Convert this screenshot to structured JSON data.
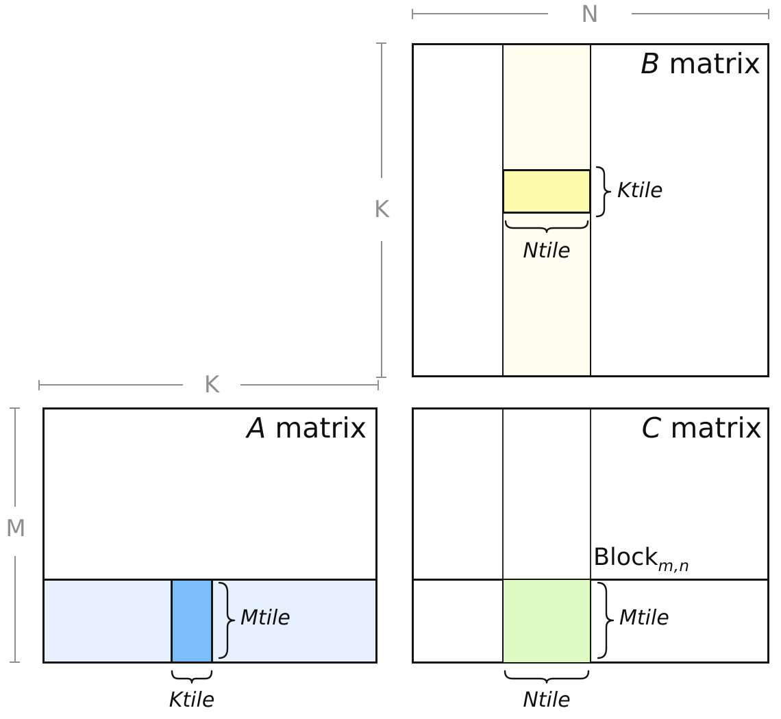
{
  "colors": {
    "border": "#141414",
    "dim": "#8f8f8f",
    "b_stripe": "#FDFDF0",
    "b_tile": "#FBFBAB",
    "a_stripe": "#E7F1FD",
    "a_tile": "#7CBDFB",
    "c_tile": "#DFFBC4"
  },
  "dimensions": {
    "b_width": "N",
    "b_height": "K",
    "a_width": "K",
    "a_height": "M"
  },
  "b_matrix": {
    "letter": "B",
    "suffix": " matrix",
    "ktile_label": "Ktile",
    "ntile_label": "Ntile"
  },
  "a_matrix": {
    "letter": "A",
    "suffix": " matrix",
    "mtile_label": "Mtile",
    "ktile_label": "Ktile"
  },
  "c_matrix": {
    "letter": "C",
    "suffix": " matrix",
    "block_label": "Block",
    "block_subscript": "m,n",
    "mtile_label": "Mtile",
    "ntile_label": "Ntile"
  }
}
